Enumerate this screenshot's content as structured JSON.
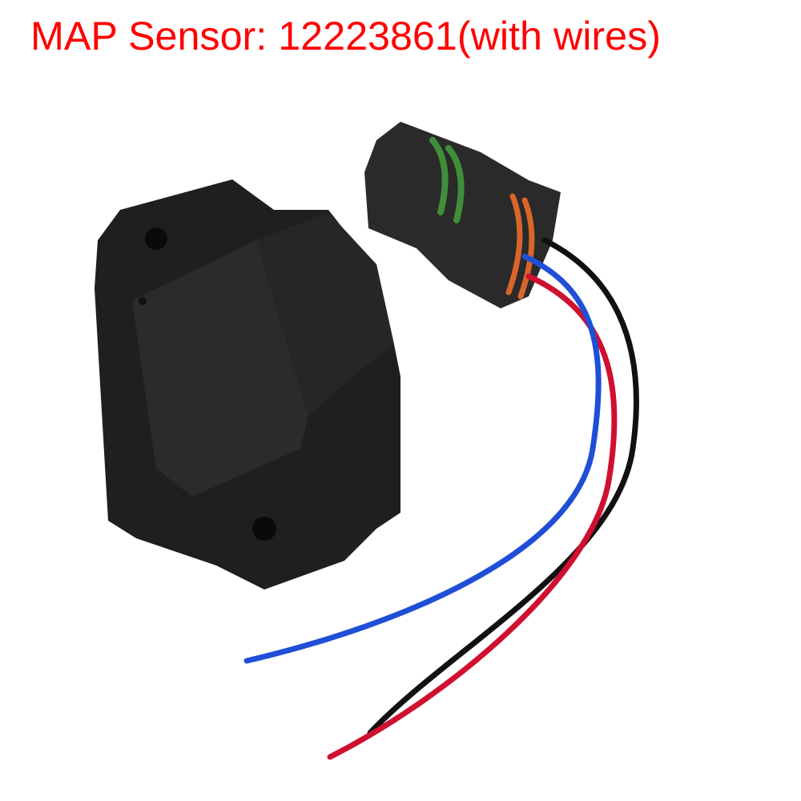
{
  "title": "MAP Sensor: 12223861(with wires)",
  "colors": {
    "title": "#ff0000",
    "sensor_body": "#1f1f1f",
    "connector": "#2a2a2a",
    "seal_green": "#3f8f3a",
    "seal_orange": "#d9652a",
    "wire_blue": "#1f4fd6",
    "wire_red": "#d01030",
    "wire_black": "#111111"
  },
  "product": {
    "items": [
      "map-sensor",
      "wire-harness-connector",
      "blue-wire",
      "red-wire",
      "black-wire"
    ]
  }
}
